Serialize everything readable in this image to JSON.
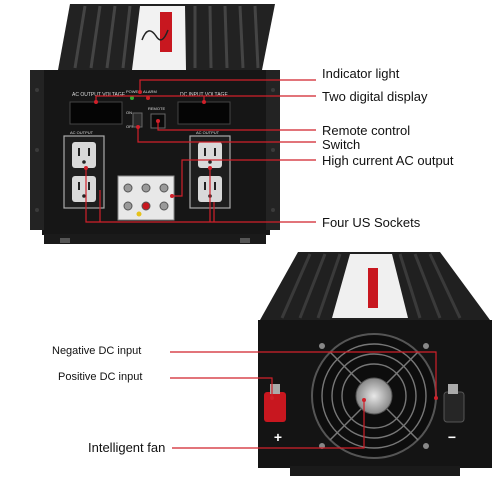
{
  "top_unit": {
    "panel_labels": {
      "ac_voltage": "AC OUTPUT VOLTAGE",
      "dc_voltage": "DC INPUT VOLTAGE",
      "power": "POWER",
      "alarm": "ALARM",
      "remote": "REMOTE",
      "on": "ON",
      "off": "OFF",
      "ac_outlet_left": "AC OUTPUT",
      "ac_outlet_right": "AC OUTPUT"
    },
    "callouts": [
      "Indicator light",
      "Two digital display",
      "Remote control",
      "Switch",
      "High current AC output",
      "Four US Sockets"
    ]
  },
  "bottom_unit": {
    "callouts": [
      "Negative DC input",
      "Positive DC input",
      "Intelligent fan"
    ],
    "terminal_signs": {
      "positive": "+",
      "negative": "−"
    }
  },
  "colors": {
    "callout_line": "#d0202a",
    "body": "#1b1b1b",
    "red_accent": "#c8171f"
  }
}
